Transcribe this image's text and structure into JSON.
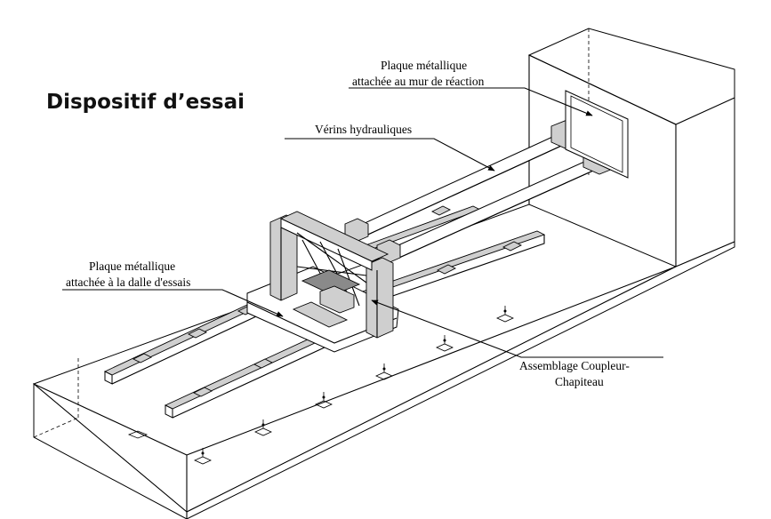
{
  "title": "Dispositif d’essai",
  "labels": {
    "plaque_mur_line1": "Plaque métallique",
    "plaque_mur_line2": "attachée au mur de réaction",
    "verins": "Vérins hydrauliques",
    "plaque_dalle_line1": "Plaque métallique",
    "plaque_dalle_line2": "attachée à la dalle d'essais",
    "assemblage_line1": "Assemblage Coupleur-",
    "assemblage_line2": "Chapiteau"
  },
  "colors": {
    "ink": "#000000",
    "steel_fill": "#cfcfcf",
    "steel_dark": "#8a8a8a",
    "background": "#ffffff"
  }
}
